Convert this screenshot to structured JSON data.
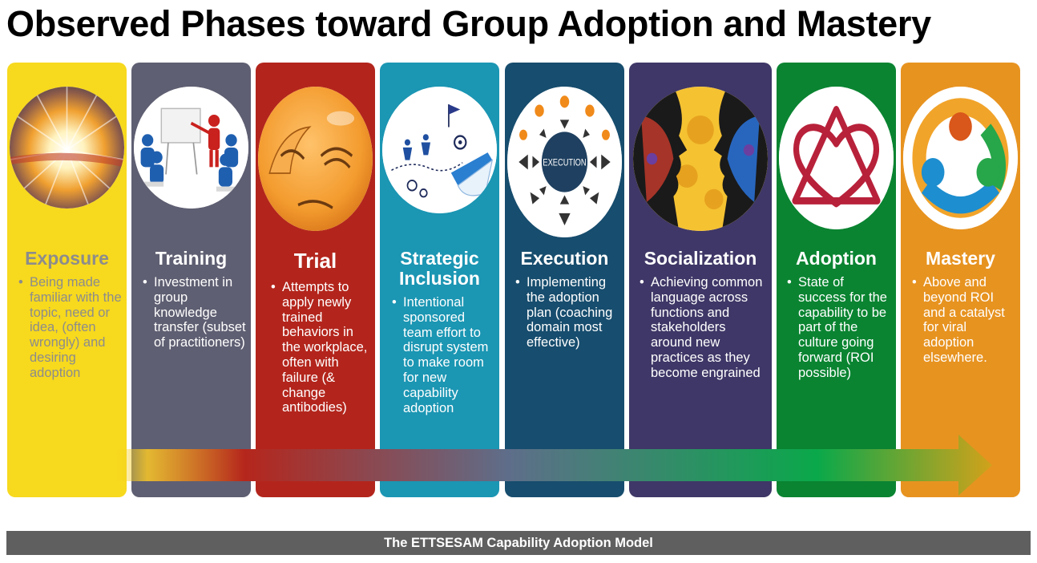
{
  "title": "Observed Phases toward Group Adoption and Mastery",
  "phases": [
    {
      "name": "Exposure",
      "description": "Being made familiar with the topic, need or idea, (often wrongly) and desiring adoption",
      "color": "#f7d91e",
      "text_color": "#8c8c8c",
      "icon": "sunburst-image"
    },
    {
      "name": "Training",
      "description": "Investment in group knowledge transfer (subset of practitioners)",
      "color": "#5f5f73",
      "text_color": "#ffffff",
      "icon": "presentation-image"
    },
    {
      "name": "Trial",
      "description": "Attempts to apply newly trained behaviors in the workplace, often with failure (& change antibodies)",
      "color": "#b3251c",
      "text_color": "#ffffff",
      "icon": "facepalm-emoji-image"
    },
    {
      "name": "Strategic Inclusion",
      "description": "Intentional sponsored team effort to disrupt system to make room for new capability adoption",
      "color": "#1b96b3",
      "text_color": "#ffffff",
      "icon": "target-race-image"
    },
    {
      "name": "Execution",
      "description": "Implementing the adoption plan (coaching domain most effective)",
      "color": "#174d6e",
      "text_color": "#ffffff",
      "icon": "execution-arrows-image",
      "icon_label": "EXECUTION"
    },
    {
      "name": "Socialization",
      "description": "Achieving common language across functions and stakeholders around new practices as they become engrained",
      "color": "#3f3767",
      "text_color": "#ffffff",
      "icon": "gear-heads-image"
    },
    {
      "name": "Adoption",
      "description": "State of success for the capability to be part of the culture going forward (ROI possible)",
      "color": "#0a8431",
      "text_color": "#ffffff",
      "icon": "heart-triangle-image"
    },
    {
      "name": "Mastery",
      "description": "Above and beyond ROI and a catalyst for viral adoption elsewhere.",
      "color": "#e79320",
      "text_color": "#ffffff",
      "icon": "unity-circle-image"
    }
  ],
  "footer": "The ETTSESAM Capability Adoption Model"
}
